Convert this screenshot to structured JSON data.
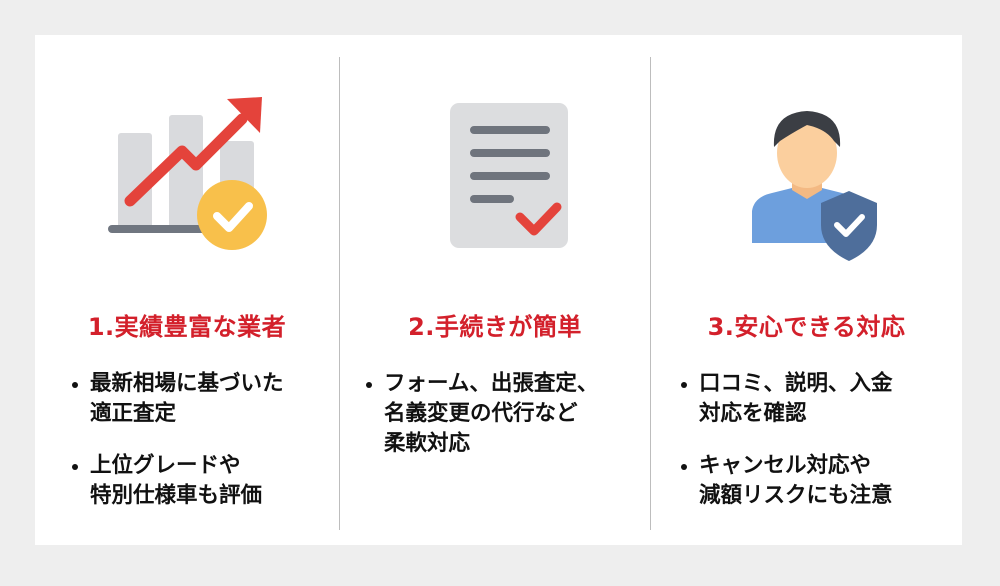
{
  "colors": {
    "page_background": "#eeeeee",
    "card_background": "#ffffff",
    "heading": "#d3202b",
    "body_text": "#111111",
    "divider": "#bdbdbd"
  },
  "columns": [
    {
      "icon": "growth-chart-check-icon",
      "heading": "1.実績豊富な業者",
      "bullets": [
        "最新相場に基づいた\n適正査定",
        "上位グレードや\n特別仕様車も評価"
      ]
    },
    {
      "icon": "document-check-icon",
      "heading": "2.手続きが簡単",
      "bullets": [
        "フォーム、出張査定、\n名義変更の代行など\n柔軟対応"
      ]
    },
    {
      "icon": "user-shield-icon",
      "heading": "3.安心できる対応",
      "bullets": [
        "口コミ、説明、入金\n対応を確認",
        "キャンセル対応や\n減額リスクにも注意"
      ]
    }
  ]
}
